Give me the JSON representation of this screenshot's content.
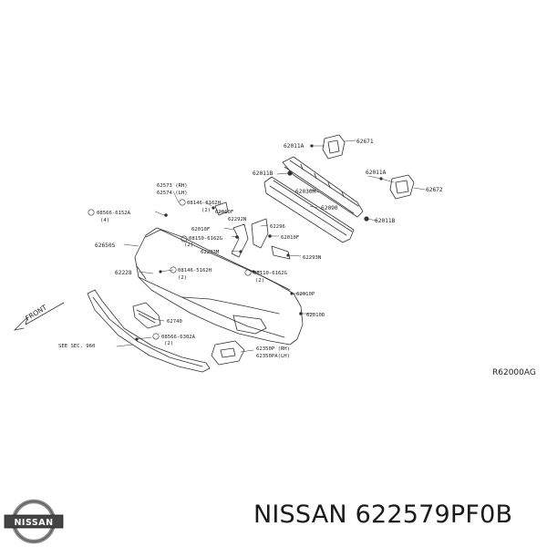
{
  "diagram": {
    "reference_code": "R62000AG",
    "direction_label": "FRONT",
    "see_section": "SEE SEC. 960",
    "labels": {
      "p62671": "62671",
      "p62011A_top": "62011A",
      "p62011B_left": "62011B",
      "p62011A_right": "62011A",
      "p62672": "62672",
      "p62030M": "62030M",
      "p62090": "62090",
      "p62011B_right": "62011B",
      "p62573": "62573 (RH)",
      "p62574": "62574 (LH)",
      "b08146_top": "08146-6162H",
      "b08146_top_qty": "(2)",
      "b08566_615": "08566-6152A",
      "b08566_615_qty": "(4)",
      "p62010F_a": "62010F",
      "p62292N": "62292N",
      "p62296": "62296",
      "p62010F_b": "62010F",
      "b08150": "08150-6162G",
      "b08150_qty": "(2)",
      "p62010F_c": "62010F",
      "p62650S": "62650S",
      "p62293M": "62293M",
      "p62293N": "62293N",
      "p62228": "62228",
      "b08146_mid": "08146-5162H",
      "b08146_mid_qty": "(2)",
      "b08110": "08110-6162G",
      "b08110_qty": "(2)",
      "p62010P": "62010P",
      "p62010D": "62010D",
      "p62740": "62740",
      "b08566_630": "08566-6302A",
      "b08566_630_qty": "(2)",
      "p62350P": "62350P (RH)",
      "p62350PA": "62350PA(LH)"
    }
  },
  "brand": {
    "logo_text": "NISSAN",
    "title": "NISSAN 622579PF0B"
  }
}
